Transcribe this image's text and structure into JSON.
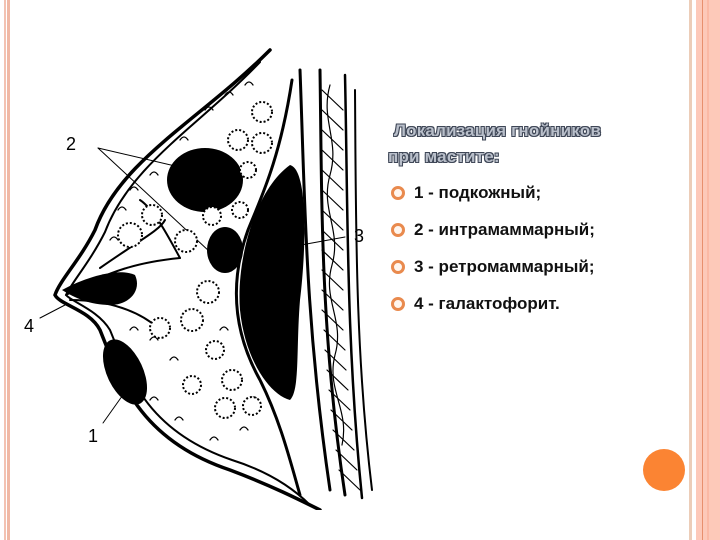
{
  "slide": {
    "title_lines": [
      "Локализация гнойников",
      "при мастите:"
    ],
    "items": [
      {
        "label": "1 - подкожный;"
      },
      {
        "label": "2 - интрамаммарный;"
      },
      {
        "label": "3 - ретромаммарный;"
      },
      {
        "label": "4 - галактофорит."
      }
    ]
  },
  "figure": {
    "description": "Sagittal section of breast showing abscess locations",
    "labels": [
      "1",
      "2",
      "3",
      "4"
    ]
  },
  "theme": {
    "accent": "#fb8433",
    "bullet": "#e98a4e",
    "stripe": "#fdc9b9"
  }
}
